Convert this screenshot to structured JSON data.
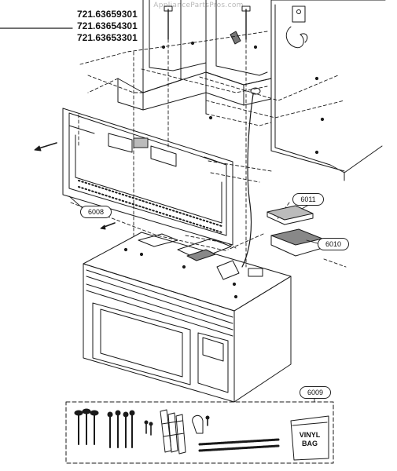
{
  "watermark": "AppliancePartsPros.com",
  "model_numbers": [
    "721.63659301",
    "721.63654301",
    "721.63653301"
  ],
  "callouts": {
    "mounting_plate": "6008",
    "hardware_kit": "6009",
    "top_cabinet_damper": "6010",
    "damper_cover": "6011"
  },
  "bag_label": [
    "VINYL",
    "BAG"
  ]
}
